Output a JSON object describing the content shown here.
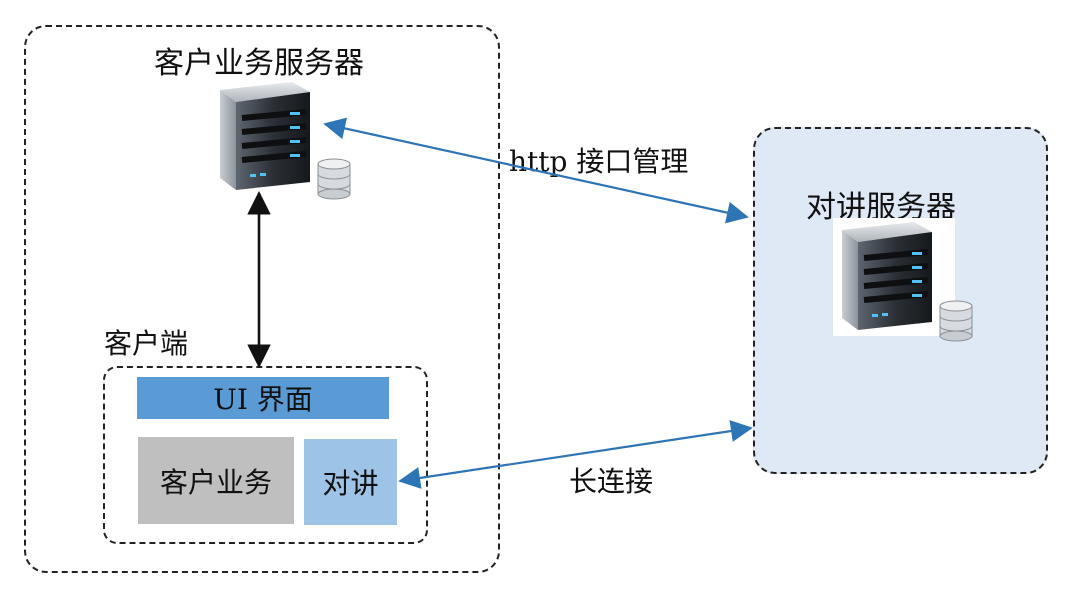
{
  "customer_server": {
    "label": "客户业务服务器"
  },
  "talk_server": {
    "label": "对讲服务器"
  },
  "client": {
    "label": "客户端",
    "ui_bar": "UI 界面",
    "business_module": "客户业务",
    "talk_module": "对讲"
  },
  "links": {
    "http": "http 接口管理",
    "long_conn": "长连接"
  },
  "colors": {
    "arrow_blue": "#2e75b6",
    "ui_bar": "#5b9bd5",
    "talk_module": "#9dc3e6",
    "business_module": "#bfbfbf",
    "talk_server_bg": "#dfe9f5"
  }
}
